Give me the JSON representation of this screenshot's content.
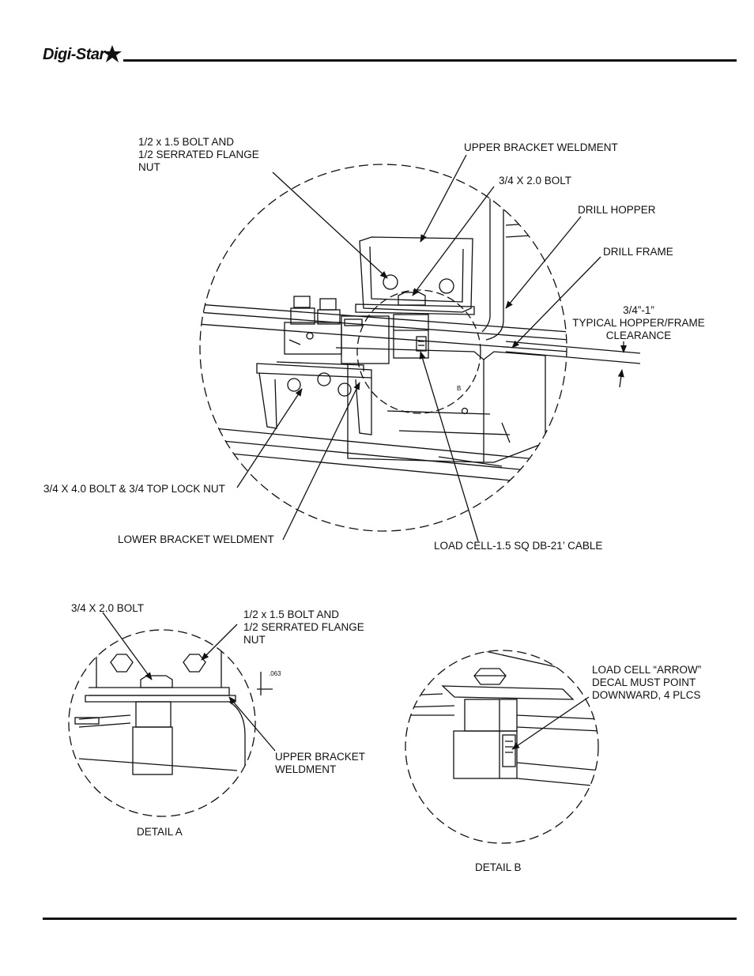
{
  "header": {
    "logo_text": "Digi-Star",
    "brand_color": "#111111"
  },
  "main_view": {
    "labels": {
      "bolt_nut": "1/2 x 1.5 BOLT AND\n1/2 SERRATED FLANGE\nNUT",
      "upper_bracket": "UPPER BRACKET WELDMENT",
      "bolt_34_20": "3/4 X 2.0 BOLT",
      "drill_hopper": "DRILL HOPPER",
      "drill_frame": "DRILL FRAME",
      "clearance": "3/4”-1”\nTYPICAL HOPPER/FRAME\nCLEARANCE",
      "bolt_34_40": "3/4 X 4.0 BOLT & 3/4 TOP LOCK NUT",
      "lower_bracket": "LOWER BRACKET WELDMENT",
      "load_cell": "LOAD CELL-1.5 SQ DB-21’ CABLE",
      "detail_b_marker": "B"
    }
  },
  "detail_a": {
    "labels": {
      "bolt_34_20": "3/4 X 2.0 BOLT",
      "bolt_nut": "1/2 x 1.5 BOLT AND\n1/2 SERRATED FLANGE\nNUT",
      "dimension": ".063",
      "upper_bracket": "UPPER BRACKET\nWELDMENT",
      "title": "DETAIL A"
    }
  },
  "detail_b": {
    "labels": {
      "decal_note": "LOAD CELL “ARROW”\nDECAL MUST POINT\nDOWNWARD, 4 PLCS",
      "title": "DETAIL B"
    }
  }
}
